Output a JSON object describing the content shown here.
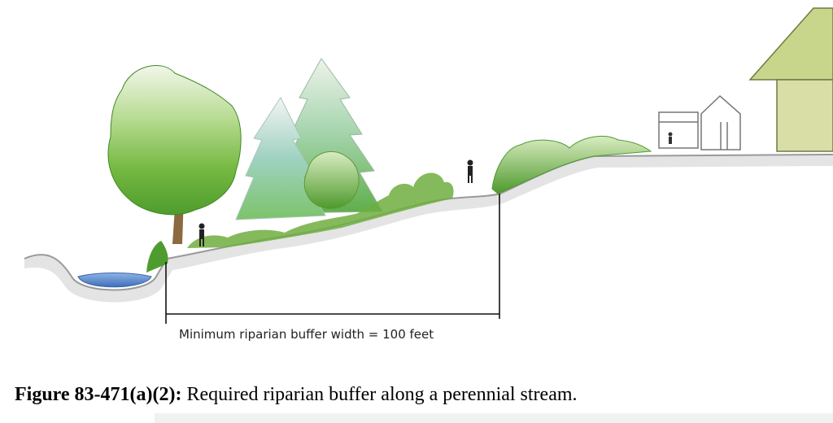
{
  "figure": {
    "dimension_label": "Minimum riparian buffer width = 100 feet",
    "caption_id": "Figure 83-471(a)(2):",
    "caption_text": " Required riparian buffer along a perennial stream."
  },
  "colors": {
    "ground_outline": "#9a9a9a",
    "ground_shadow": "#e2e2e2",
    "stream_water": "#5b88c9",
    "tree_dark": "#4f9c2e",
    "tree_mid": "#8cc860",
    "tree_light": "#cfe5b4",
    "conifer_teal": "#7fbf9a",
    "shrub": "#6fae3f",
    "house_roof": "#c8d68c",
    "house_wall": "#d9dea6",
    "dimension_line": "#111111"
  }
}
